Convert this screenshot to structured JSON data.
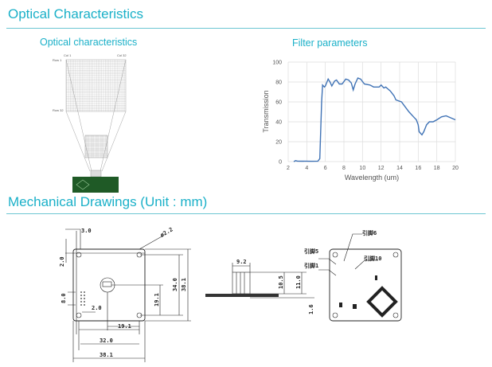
{
  "sections": {
    "optical": "Optical Characteristics",
    "mechanical": "Mechanical Drawings (Unit : mm)"
  },
  "optical_panel": {
    "title": "Optical characteristics",
    "col1": "Col 1",
    "col32": "Col 32",
    "row1": "Row 1",
    "row32": "Row 32"
  },
  "chart_data": {
    "type": "line",
    "title": "Filter parameters",
    "xlabel": "Wavelength (um)",
    "ylabel": "Transmission",
    "xlim": [
      2,
      20
    ],
    "ylim": [
      0,
      100
    ],
    "grid": true,
    "xticks": [
      "2",
      "4",
      "6",
      "8",
      "10",
      "12",
      "14",
      "16",
      "18",
      "20"
    ],
    "yticks": [
      "0",
      "20",
      "40",
      "60",
      "80",
      "100"
    ],
    "color": "#3f72b5",
    "series": [
      {
        "name": "Transmission",
        "x": [
          2.6,
          2.8,
          3,
          4.5,
          5.2,
          5.4,
          5.6,
          5.7,
          5.9,
          6,
          6.3,
          6.5,
          6.7,
          7,
          7.2,
          7.5,
          7.8,
          8.2,
          8.5,
          8.8,
          9,
          9.2,
          9.5,
          9.8,
          10.2,
          10.8,
          11.2,
          11.8,
          12,
          12.3,
          12.5,
          13,
          13.4,
          13.6,
          14.2,
          14.6,
          15,
          15.5,
          15.8,
          16,
          16.1,
          16.4,
          16.6,
          16.9,
          17.2,
          17.6,
          18,
          18.5,
          19,
          19.5,
          20
        ],
        "y": [
          0,
          1,
          0.5,
          0.3,
          0.5,
          3,
          60,
          77,
          75,
          76,
          83,
          80,
          76,
          81,
          82,
          78,
          78,
          83,
          82,
          79,
          72,
          78,
          84,
          83,
          78,
          77,
          75,
          75,
          77,
          74,
          75,
          71,
          66,
          62,
          60,
          55,
          50,
          45,
          42,
          37,
          30,
          27,
          30,
          37,
          40,
          40,
          42,
          45,
          46,
          44,
          42
        ]
      }
    ]
  },
  "drawing": {
    "d3_0": "3.0",
    "phi2_2": "ø2.2",
    "d2_0": "2.0",
    "d34_0": "34.0",
    "d38_1v": "38.1",
    "d19_1v": "19.1",
    "d8_0": "8.0",
    "d2_0b": "2.0",
    "d19_1h": "19.1",
    "d32_0": "32.0",
    "d38_1h": "38.1",
    "d9_2": "9.2",
    "d10_5": "10.5",
    "d11_0": "11.0",
    "d1_6": "1.6",
    "pin5": "引脚5",
    "pin1": "引脚1",
    "pin6": "引脚6",
    "pin10": "引脚10"
  }
}
